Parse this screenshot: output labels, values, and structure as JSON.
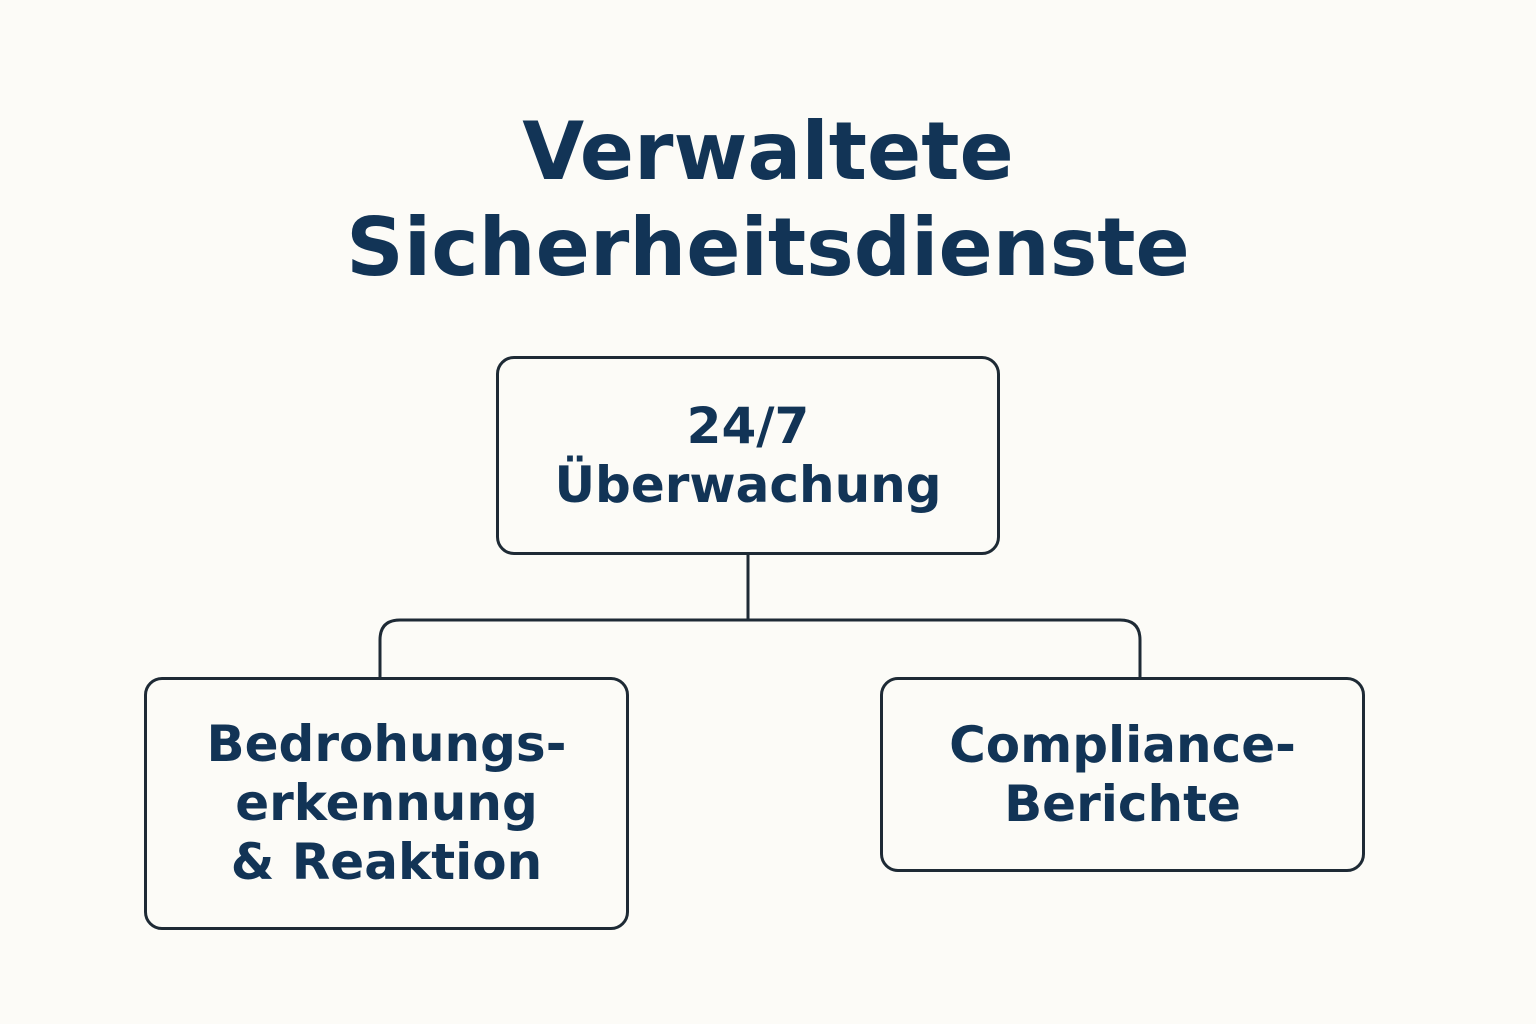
{
  "diagram": {
    "title_lines": [
      "Verwaltete",
      "Sicherheitsdienste"
    ],
    "nodes": [
      {
        "id": "top",
        "lines": [
          "24/7",
          "Überwachung"
        ]
      },
      {
        "id": "left",
        "lines": [
          "Bedrohungs-",
          "erkennung",
          "& Reaktion"
        ]
      },
      {
        "id": "right",
        "lines": [
          "Compliance-",
          "Berichte"
        ]
      }
    ],
    "edges": [
      {
        "from": "top",
        "to": "left"
      },
      {
        "from": "top",
        "to": "right"
      }
    ],
    "colors": {
      "background": "#fcfbf7",
      "text": "#123456",
      "stroke": "#1e2a35"
    }
  }
}
